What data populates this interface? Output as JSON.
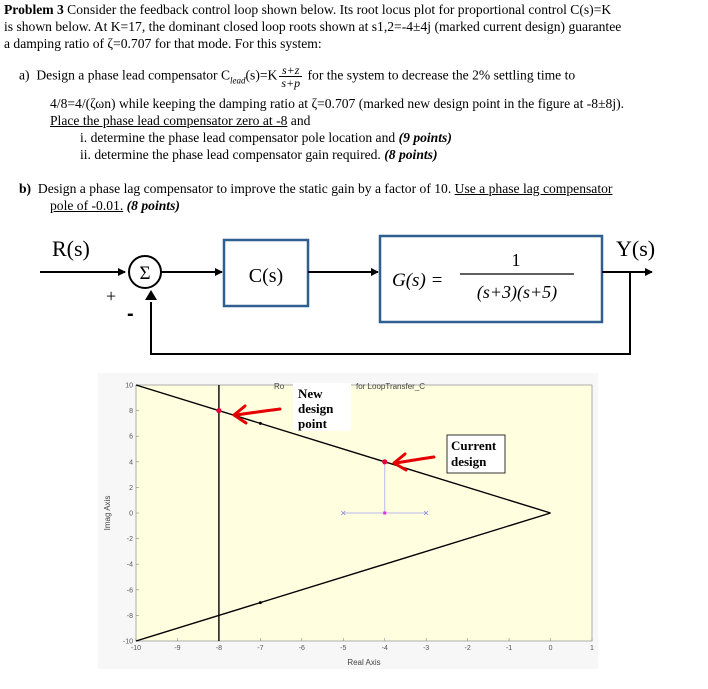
{
  "problem": {
    "line1_bold": "Problem 3",
    "line1": " Consider the feedback control loop shown below. Its root locus plot for proportional control C(s)=K",
    "line2": "is shown below. At K=17, the dominant closed loop roots shown at s1,2=-4±4j (marked current design) guarantee",
    "line3": "a damping ratio of ζ=0.707 for that mode. For this system:"
  },
  "part_a": {
    "label": "a)",
    "text1": "Design a phase lead compensator C",
    "sub": "lead",
    "text2": "(s)=K",
    "frac_num": "s+z",
    "frac_den": "s+p",
    "text3": "for the system to decrease the 2% settling time to",
    "line2": "4/8=4/(ζωn) while keeping the damping ratio at ζ=0.707 (marked new design point in the figure at -8±8j).",
    "line3_u": "Place the phase lead compensator zero at -8",
    "line3_rest": " and",
    "i": "i.   determine the phase lead compensator pole location and ",
    "i_pts": "(9 points)",
    "ii": "ii.  determine the phase lead compensator gain required. ",
    "ii_pts": "(8 points)"
  },
  "part_b": {
    "label": "b)",
    "text": "Design a phase lag compensator to improve the static gain by a factor of 10. ",
    "text_u": "Use a phase lag compensator",
    "line2_u": "pole of -0.01.",
    "line2_pts": " (8 points)"
  },
  "block_diagram": {
    "input": "R(s)",
    "sum": "Σ",
    "plus": "+",
    "minus": "-",
    "controller": "C(s)",
    "plant_lhs": "G(s) =",
    "plant_num": "1",
    "plant_den": "(s+3)(s+5)",
    "output": "Y(s)"
  },
  "root_locus": {
    "title_left": "Ro",
    "title_right": "for LoopTransfer_C",
    "xlabel": "Real Axis",
    "ylabel": "Imag Axis",
    "xticks": [
      "-10",
      "-9",
      "-8",
      "-7",
      "-6",
      "-5",
      "-4",
      "-3",
      "-2",
      "-1",
      "0",
      "1"
    ],
    "yticks": [
      "10",
      "8",
      "6",
      "4",
      "2",
      "0",
      "-2",
      "-4",
      "-6",
      "-8",
      "-10"
    ],
    "xlim": [
      -10,
      1
    ],
    "ylim": [
      -10,
      10
    ],
    "new_design_label": [
      "New",
      "design",
      "point"
    ],
    "current_design_label": [
      "Current",
      "design"
    ],
    "background_color": "#ffffe0",
    "locus_color": "#000000",
    "marker_color": "#e8003a",
    "arrow_color": "#e60000",
    "poles": [
      -3,
      -5
    ],
    "current_design_point": [
      -4,
      4
    ],
    "new_design_point": [
      -8,
      8
    ]
  }
}
